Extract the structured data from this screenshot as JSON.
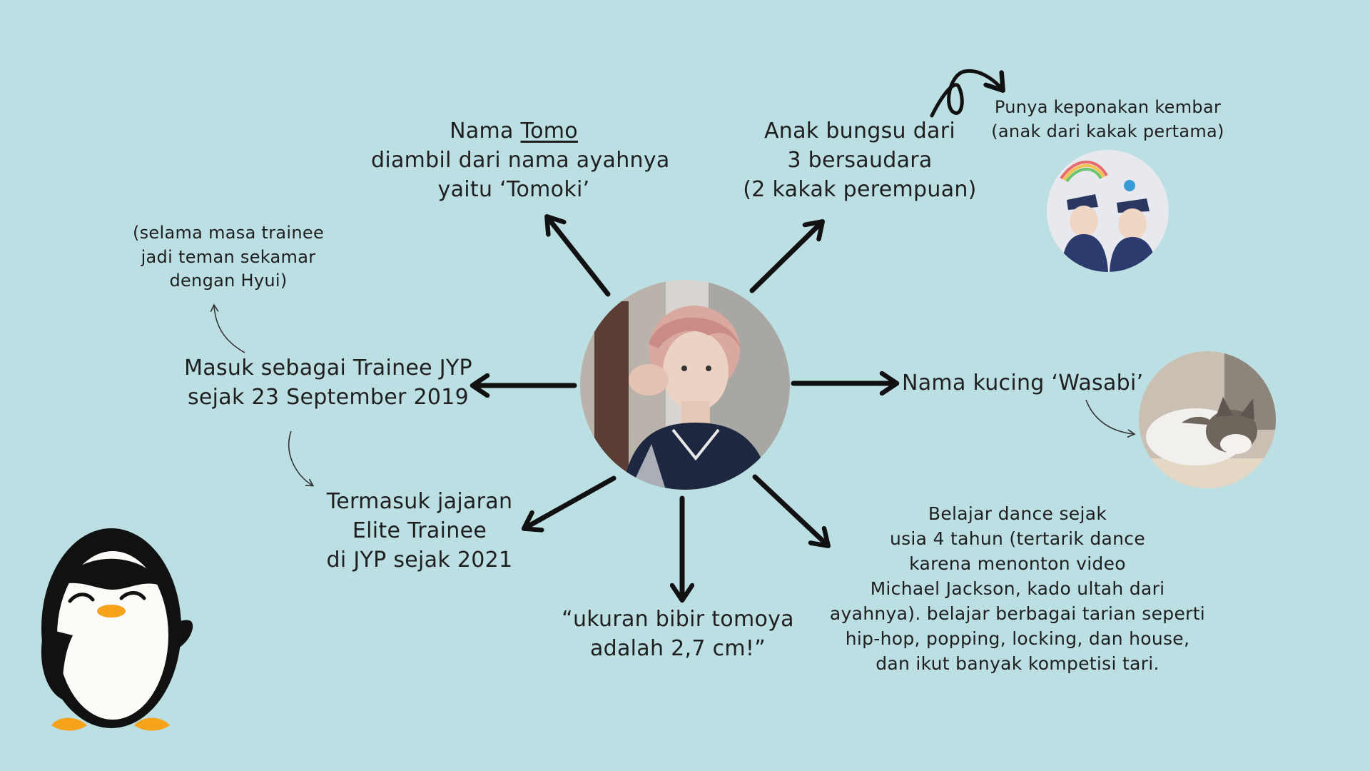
{
  "center": {
    "photo_icon": "person-portrait-photo"
  },
  "nodes": {
    "name": {
      "prefix": "Nama ",
      "name_word": "Tomo",
      "line2": "diambil dari nama ayahnya",
      "line3": "yaitu ‘Tomoki’"
    },
    "siblings": {
      "line1": "Anak bungsu dari",
      "line2": "3 bersaudara",
      "line3": "(2 kakak perempuan)"
    },
    "twins": {
      "line1": "Punya keponakan kembar",
      "line2": "(anak dari kakak pertama)",
      "photo_icon": "twin-children-photo"
    },
    "cat": {
      "text": "Nama kucing ‘Wasabi’",
      "photo_icon": "cat-photo"
    },
    "trainee": {
      "line1": "Masuk sebagai Trainee JYP",
      "line2": "sejak 23 September 2019"
    },
    "roommate": {
      "line1": "(selama masa trainee",
      "line2": "jadi teman sekamar",
      "line3": "dengan Hyui)"
    },
    "elite": {
      "line1": "Termasuk jajaran",
      "line2": "Elite Trainee",
      "line3": "di JYP sejak 2021"
    },
    "lips": {
      "line1": "“ukuran bibir tomoya",
      "line2": "adalah 2,7 cm!”"
    },
    "dance": {
      "line1": "Belajar dance sejak",
      "line2": "usia 4 tahun (tertarik dance",
      "line3": "karena menonton video",
      "line4": "Michael Jackson, kado ultah dari",
      "line5": "ayahnya). belajar berbagai tarian seperti",
      "line6": "hip-hop, popping, locking, dan house,",
      "line7": "dan ikut banyak kompetisi tari."
    }
  },
  "decor": {
    "mascot_icon": "penguin-mascot"
  },
  "colors": {
    "background": "#bcdfe4",
    "arrow": "#111111",
    "text": "#1f1f1f"
  }
}
